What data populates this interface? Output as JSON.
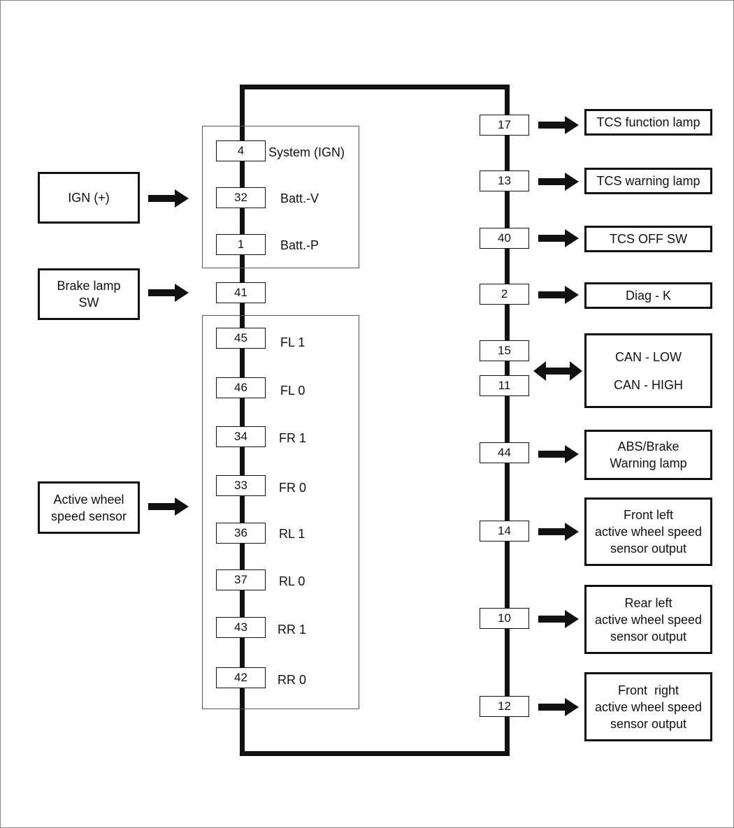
{
  "inputs": {
    "ign": "IGN (+)",
    "brake_lamp_sw": [
      "Brake lamp",
      "SW"
    ],
    "wheel_sensor": [
      "Active wheel",
      "speed sensor"
    ]
  },
  "left_pins": [
    {
      "pin": "4",
      "label": "System (IGN)"
    },
    {
      "pin": "32",
      "label": "Batt.-V"
    },
    {
      "pin": "1",
      "label": "Batt.-P"
    },
    {
      "pin": "41",
      "label": ""
    },
    {
      "pin": "45",
      "label": "FL 1"
    },
    {
      "pin": "46",
      "label": "FL 0"
    },
    {
      "pin": "34",
      "label": "FR 1"
    },
    {
      "pin": "33",
      "label": "FR 0"
    },
    {
      "pin": "36",
      "label": "RL 1"
    },
    {
      "pin": "37",
      "label": "RL 0"
    },
    {
      "pin": "43",
      "label": "RR 1"
    },
    {
      "pin": "42",
      "label": "RR 0"
    }
  ],
  "right_pins": [
    "17",
    "13",
    "40",
    "2",
    "15",
    "11",
    "44",
    "14",
    "10",
    "12"
  ],
  "outputs": {
    "tcs_function_lamp": "TCS function lamp",
    "tcs_warning_lamp": "TCS warning lamp",
    "tcs_off_sw": "TCS OFF SW",
    "diag_k": "Diag - K",
    "can_low": "CAN - LOW",
    "can_high": "CAN - HIGH",
    "abs_brake": [
      "ABS/Brake",
      "Warning lamp"
    ],
    "front_left": [
      "Front left",
      "active wheel speed",
      "sensor output"
    ],
    "rear_left": [
      "Rear left",
      "active wheel speed",
      "sensor output"
    ],
    "front_right": [
      "Front  right",
      "active wheel speed",
      "sensor output"
    ]
  }
}
